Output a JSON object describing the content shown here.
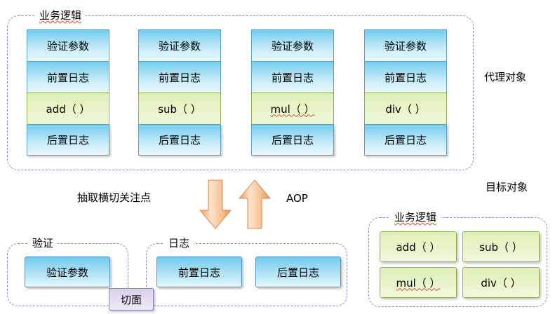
{
  "diagram": {
    "title_regions": {
      "proxy_object_label": "代理对象",
      "target_object_label": "目标对象",
      "aop_label": "AOP",
      "extract_label": "抽取横切关注点",
      "aspect_badge": "切面"
    },
    "proxy_container": {
      "label": "业务逻辑",
      "columns": [
        {
          "name": "add-column",
          "cells": [
            {
              "text": "验证参数",
              "kind": "blue"
            },
            {
              "text": "前置日志",
              "kind": "blue"
            },
            {
              "text": "add（ ）",
              "kind": "green",
              "squiggle": false
            },
            {
              "text": "后置日志",
              "kind": "blue"
            }
          ]
        },
        {
          "name": "sub-column",
          "cells": [
            {
              "text": "验证参数",
              "kind": "blue"
            },
            {
              "text": "前置日志",
              "kind": "blue"
            },
            {
              "text": "sub（ ）",
              "kind": "green",
              "squiggle": false
            },
            {
              "text": "后置日志",
              "kind": "blue"
            }
          ]
        },
        {
          "name": "mul-column",
          "cells": [
            {
              "text": "验证参数",
              "kind": "blue"
            },
            {
              "text": "前置日志",
              "kind": "blue"
            },
            {
              "text": "mul（ ）",
              "kind": "green",
              "squiggle": true
            },
            {
              "text": "后置日志",
              "kind": "blue"
            }
          ]
        },
        {
          "name": "div-column",
          "cells": [
            {
              "text": "验证参数",
              "kind": "blue"
            },
            {
              "text": "前置日志",
              "kind": "blue"
            },
            {
              "text": "div（ ）",
              "kind": "green",
              "squiggle": false
            },
            {
              "text": "后置日志",
              "kind": "blue"
            }
          ]
        }
      ]
    },
    "validation_container": {
      "label": "验证",
      "boxes": [
        {
          "text": "验证参数",
          "kind": "blue"
        }
      ]
    },
    "logging_container": {
      "label": "日志",
      "boxes": [
        {
          "text": "前置日志",
          "kind": "blue"
        },
        {
          "text": "后置日志",
          "kind": "blue"
        }
      ]
    },
    "target_container": {
      "label": "业务逻辑",
      "boxes": [
        {
          "text": "add（ ）",
          "kind": "green",
          "squiggle": false
        },
        {
          "text": "sub（ ）",
          "kind": "green",
          "squiggle": false
        },
        {
          "text": "mul（ ）",
          "kind": "green",
          "squiggle": true
        },
        {
          "text": "div（ ）",
          "kind": "green",
          "squiggle": false
        }
      ]
    },
    "colors": {
      "dashed_border": "#7b8fc4",
      "cell_blue_top": "#72cdf0",
      "cell_blue_bottom": "#e8f8fd",
      "cell_green_top": "#dff0b8",
      "cell_green_bottom": "#eef8da",
      "arrow_fill": "#f6b380",
      "arrow_stroke": "#e08a47",
      "badge_purple": "#d9d0ea",
      "badge_border": "#8d7fbe",
      "text": "#000000"
    },
    "icons": {
      "down_arrow": "arrow-down-icon",
      "up_arrow": "arrow-up-icon"
    }
  }
}
